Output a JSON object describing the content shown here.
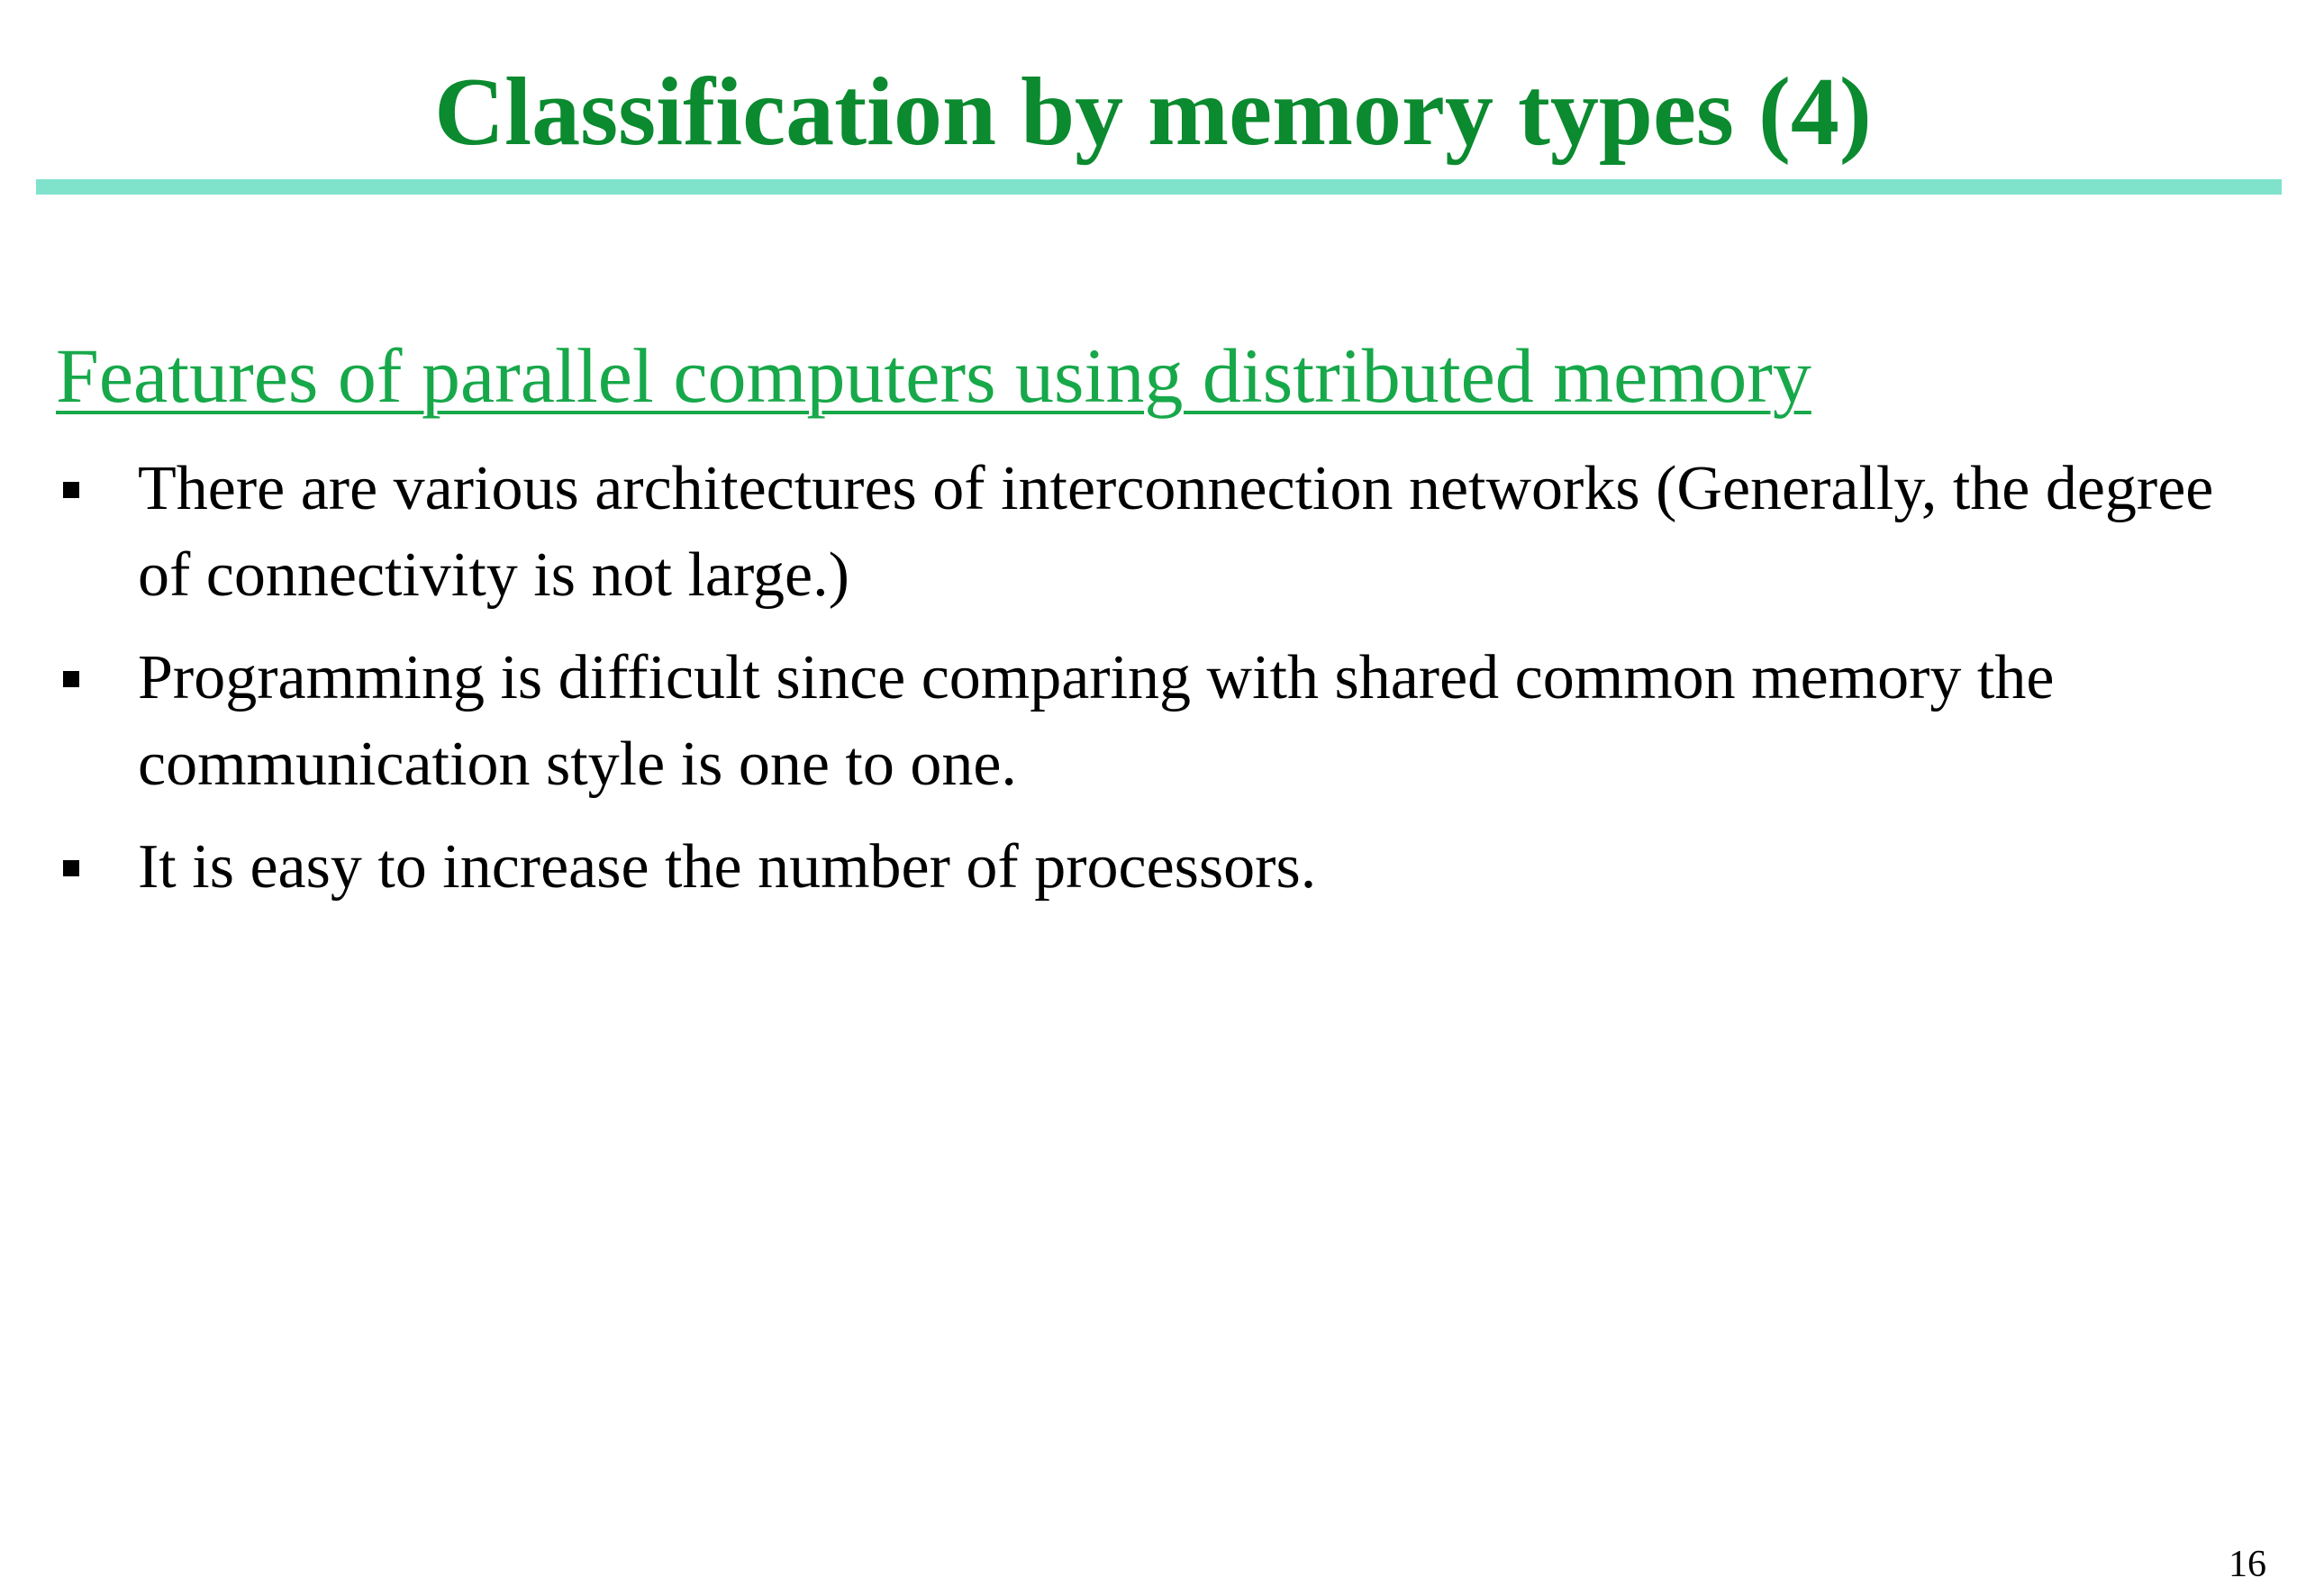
{
  "slide": {
    "title": "Classification by memory types (4)",
    "subtitle": "Features of parallel computers using distributed memory",
    "bullets": [
      "There are various architectures of interconnection networks (Generally, the degree of connectivity is not large.)",
      "Programming is difficult since comparing with shared common memory the communication style is one to one.",
      "It is easy to increase the number of processors."
    ],
    "page_number": "16"
  },
  "colors": {
    "title": "#0b8a2f",
    "subtitle": "#17a84a",
    "rule": "#7fe3cc",
    "text": "#000000"
  }
}
